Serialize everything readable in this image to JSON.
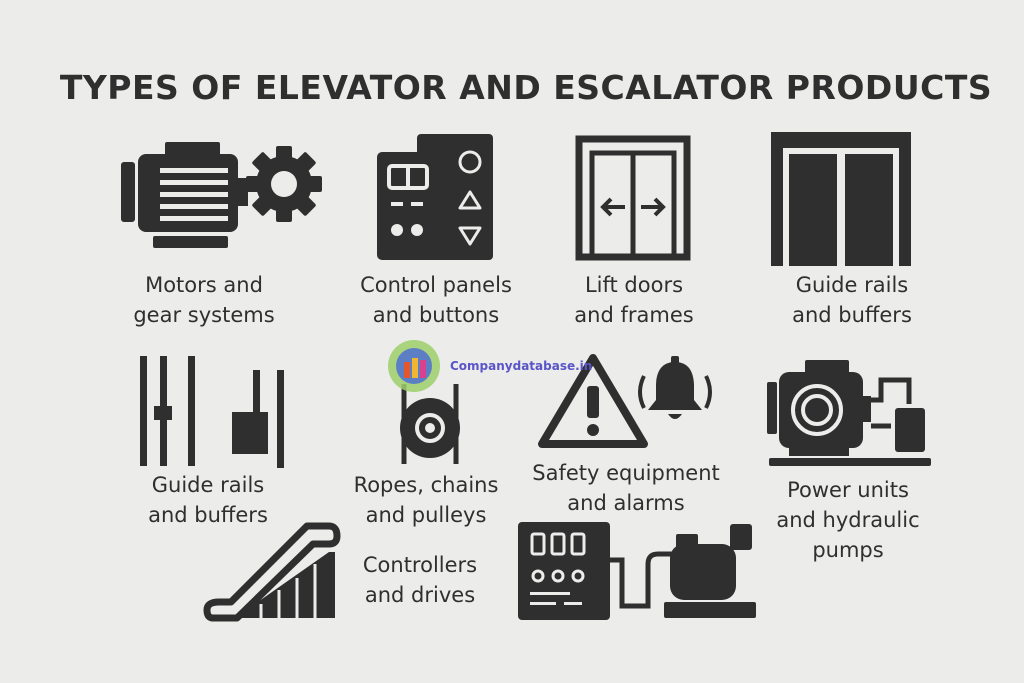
{
  "title": "TYPES OF ELEVATOR AND ESCALATOR PRODUCTS",
  "items": [
    {
      "line1": "Motors and",
      "line2": "gear systems"
    },
    {
      "line1": "Control panels",
      "line2": "and buttons"
    },
    {
      "line1": "Lift doors",
      "line2": "and frames"
    },
    {
      "line1": "Guide rails",
      "line2": "and buffers"
    },
    {
      "line1": "Guide rails",
      "line2": "and buffers"
    },
    {
      "line1": "Ropes, chains",
      "line2": "and pulleys"
    },
    {
      "line1": "Safety equipment",
      "line2": "and alarms"
    },
    {
      "line1": "Power units",
      "line2": "and hydraulic",
      "line3": "pumps"
    },
    {
      "line1": "Controllers",
      "line2": "and drives"
    }
  ],
  "watermark": {
    "text": "Companydatabase.in"
  },
  "colors": {
    "background": "#ececea",
    "icon": "#2f2f2f",
    "watermark_text": "#5a55c8"
  }
}
